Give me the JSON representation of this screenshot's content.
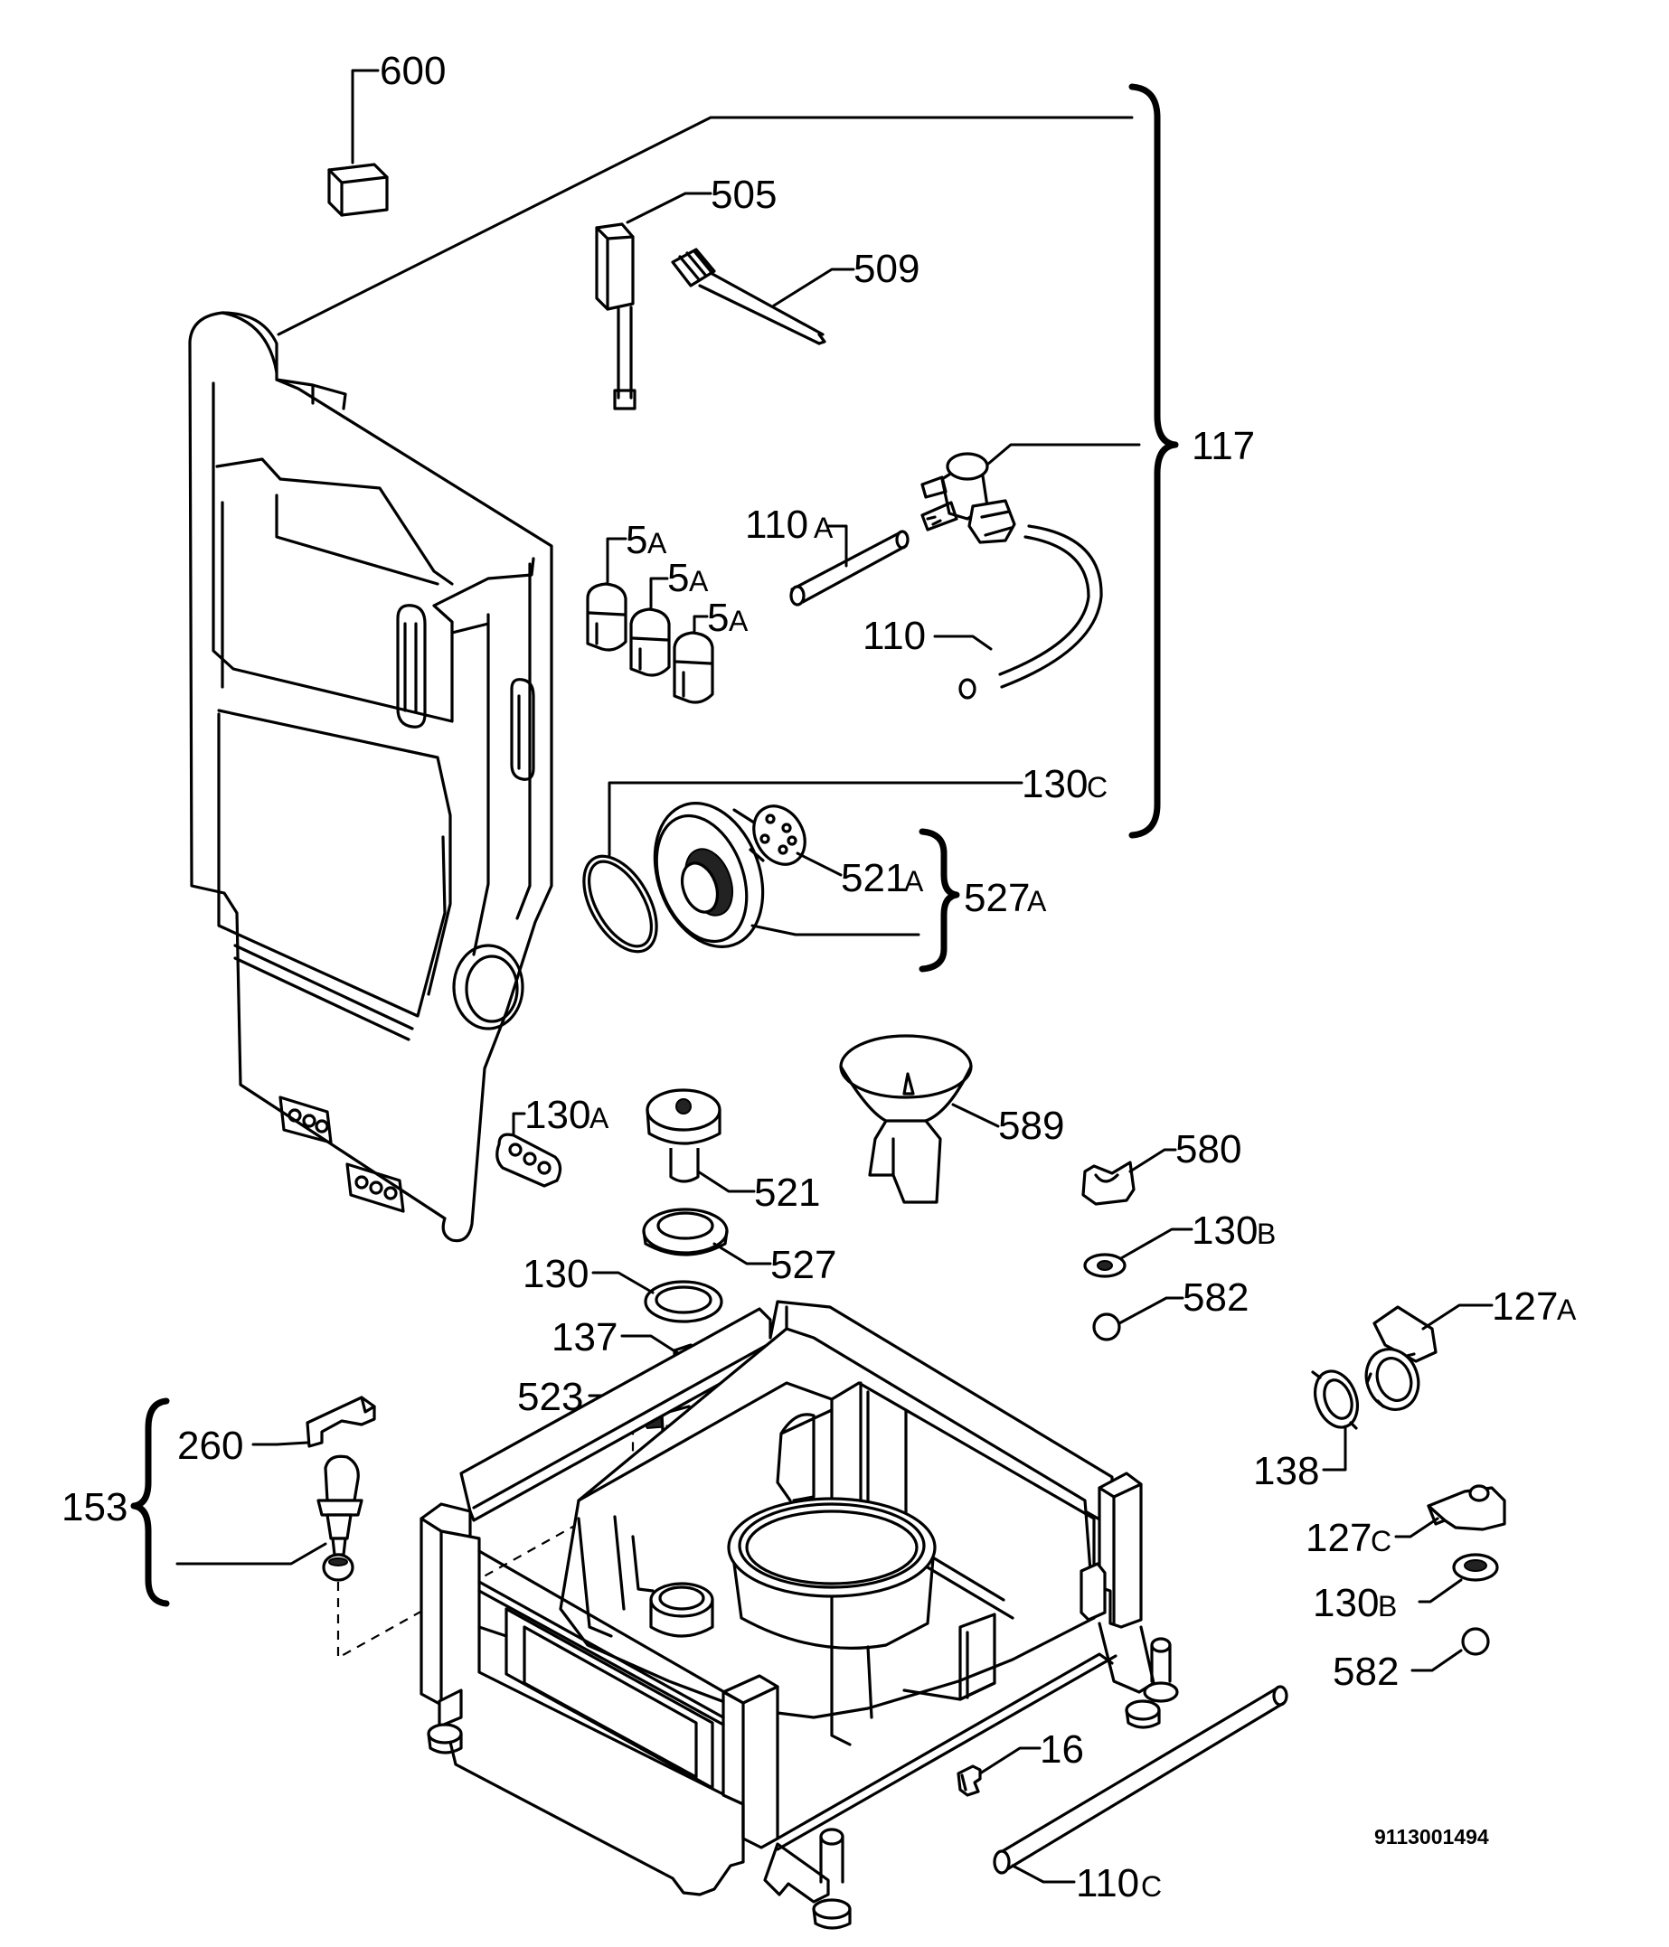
{
  "labels": {
    "l600": "600",
    "l505": "505",
    "l509": "509",
    "l117": "117",
    "l110a": "110",
    "l110a_s": "A",
    "l5a1": "5",
    "l5a1_s": "A",
    "l5a2": "5",
    "l5a2_s": "A",
    "l5a3": "5",
    "l5a3_s": "A",
    "l110": "110",
    "l130c": "130",
    "l130c_s": "C",
    "l521a": "521",
    "l521a_s": "A",
    "l527a": "527",
    "l527a_s": "A",
    "l589": "589",
    "l580": "580",
    "l130a": "130",
    "l130a_s": "A",
    "l521": "521",
    "l527": "527",
    "l130b1": "130",
    "l130b1_s": "B",
    "l582a": "582",
    "l130": "130",
    "l127a": "127",
    "l127a_s": "A",
    "l137": "137",
    "l523": "523",
    "l260": "260",
    "l153": "153",
    "l138": "138",
    "l127c": "127",
    "l127c_s": "C",
    "l130b2": "130",
    "l130b2_s": "B",
    "l582b": "582",
    "l16": "16",
    "l110c": "110",
    "l110c_s": "C"
  },
  "drawing_code": "9113001494"
}
